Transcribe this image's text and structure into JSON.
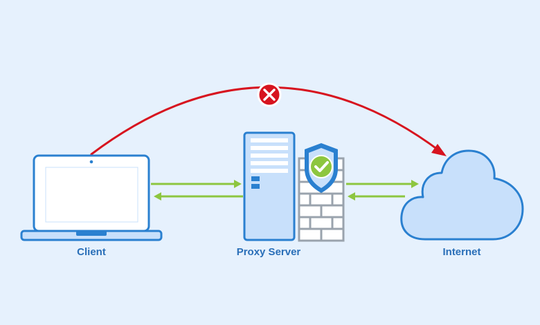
{
  "diagram": {
    "nodes": {
      "client": {
        "label": "Client",
        "icon": "laptop-icon"
      },
      "proxy": {
        "label": "Proxy Server",
        "icon": "server-icon",
        "badge_icon": "shield-check-icon",
        "wall_icon": "firewall-brick-icon"
      },
      "internet": {
        "label": "Internet",
        "icon": "cloud-icon"
      }
    },
    "connections": [
      {
        "from": "client",
        "to": "proxy",
        "direction": "bidirectional",
        "color": "#8dc63f"
      },
      {
        "from": "proxy",
        "to": "internet",
        "direction": "bidirectional",
        "color": "#8dc63f"
      },
      {
        "from": "client",
        "to": "internet",
        "status": "blocked",
        "icon": "x-circle-icon",
        "color": "#d7141f"
      }
    ]
  },
  "colors": {
    "background": "#e6f1fd",
    "primary_blue": "#2a80d0",
    "light_blue": "#c8e0fb",
    "label_blue": "#2a6fb8",
    "arrow_green": "#8dc63f",
    "blocked_red": "#d7141f",
    "check_green": "#8dc63f",
    "firewall_gray": "#9aa3ad",
    "firewall_fill": "#ffffff"
  }
}
